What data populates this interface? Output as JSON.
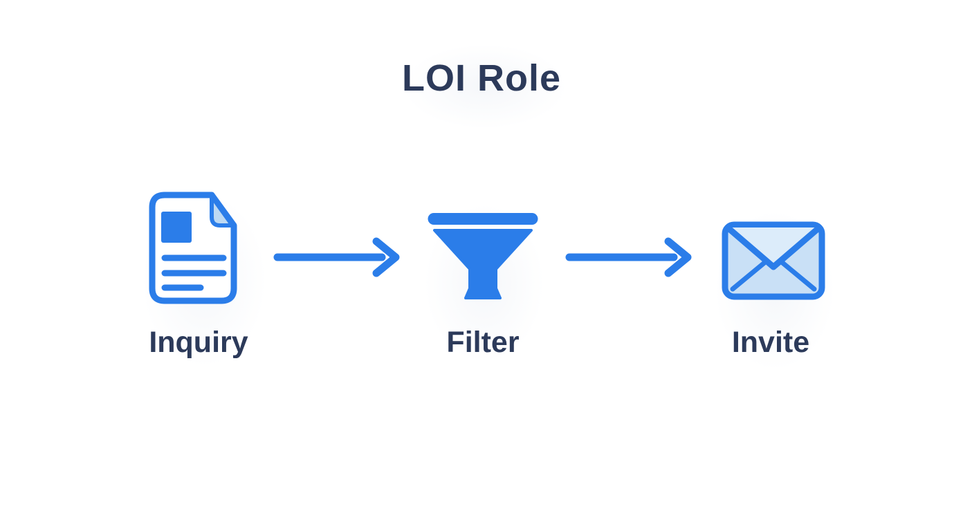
{
  "title": "LOI Role",
  "colors": {
    "accent_blue": "#2b7de9",
    "text_dark": "#2c3a5a",
    "fold_fill": "#bdd9f3",
    "envelope_fill": "#c9e0f6",
    "envelope_flap_fill": "#dcecfa",
    "background": "#ffffff"
  },
  "steps": [
    {
      "label": "Inquiry",
      "icon": "document-icon"
    },
    {
      "label": "Filter",
      "icon": "funnel-icon"
    },
    {
      "label": "Invite",
      "icon": "envelope-icon"
    }
  ],
  "connectors": [
    {
      "type": "arrow-right"
    },
    {
      "type": "arrow-right"
    }
  ]
}
